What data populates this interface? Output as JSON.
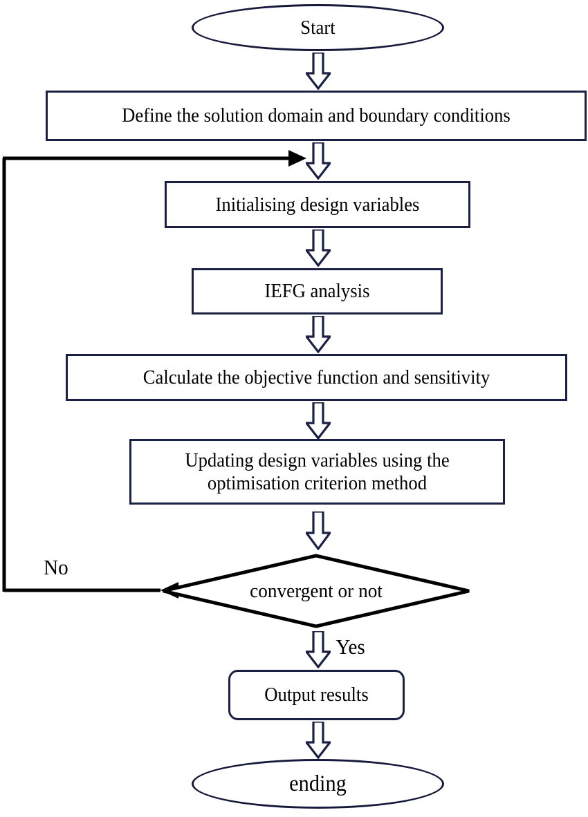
{
  "diagram": {
    "title": "IEFG topology optimisation flowchart",
    "colors": {
      "node_stroke_navy": "#1b2145",
      "decision_stroke_black": "#000000",
      "arrow_stroke": "#1b2145",
      "loop_stroke": "#000000",
      "text": "#000000",
      "background": "#ffffff"
    },
    "nodes": [
      {
        "id": "start",
        "shape": "ellipse",
        "label": "Start"
      },
      {
        "id": "define",
        "shape": "rectangle",
        "label": "Define the solution domain and boundary conditions"
      },
      {
        "id": "initialise",
        "shape": "rectangle",
        "label": "Initialising design variables"
      },
      {
        "id": "iefg",
        "shape": "rectangle",
        "label": "IEFG analysis"
      },
      {
        "id": "calculate",
        "shape": "rectangle",
        "label": "Calculate the objective function and sensitivity"
      },
      {
        "id": "updating",
        "shape": "rectangle",
        "label": "Updating design variables using the\noptimisation criterion method"
      },
      {
        "id": "convergent",
        "shape": "diamond",
        "label": "convergent or not"
      },
      {
        "id": "output",
        "shape": "rounded-rectangle",
        "label": "Output results"
      },
      {
        "id": "ending",
        "shape": "ellipse",
        "label": "ending"
      }
    ],
    "edge_labels": {
      "no": "No",
      "yes": "Yes"
    },
    "arrows": [
      {
        "id": "start-to-define",
        "icon": "block-arrow-down-icon"
      },
      {
        "id": "define-to-initialise",
        "icon": "block-arrow-down-icon"
      },
      {
        "id": "initialise-to-iefg",
        "icon": "block-arrow-down-icon"
      },
      {
        "id": "iefg-to-calculate",
        "icon": "block-arrow-down-icon"
      },
      {
        "id": "calculate-to-updating",
        "icon": "block-arrow-down-icon"
      },
      {
        "id": "updating-to-convergent",
        "icon": "block-arrow-down-icon"
      },
      {
        "id": "convergent-to-output",
        "icon": "block-arrow-down-icon"
      },
      {
        "id": "output-to-ending",
        "icon": "block-arrow-down-icon"
      },
      {
        "id": "convergent-no-loopback",
        "icon": "line-arrow-right-icon"
      }
    ]
  }
}
